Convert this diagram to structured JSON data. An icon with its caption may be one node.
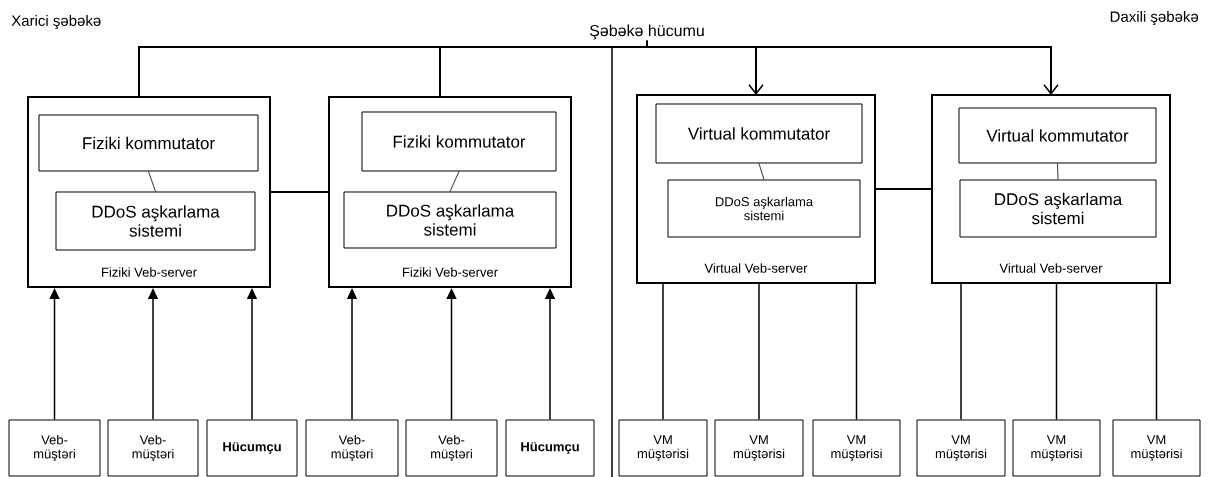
{
  "diagram": {
    "nodes": [
      {
        "text": [
          "Şəbəkə hücumu"
        ]
      },
      {
        "text": [
          "Fiziki Veb-server"
        ]
      },
      {
        "text": [
          "Fiziki kommutator"
        ],
        "in": 1
      },
      {
        "text": [
          "DDoS aşkarlama sistemi"
        ],
        "in": 1
      },
      {
        "text": [
          "Fiziki Veb-server"
        ]
      },
      {
        "text": [
          "Fiziki kommutator"
        ],
        "in": 4
      },
      {
        "text": [
          "DDoS aşkarlama sistemi"
        ],
        "in": 4
      },
      {
        "text": [
          "Virtual Veb-server"
        ]
      },
      {
        "text": [
          "Virtual kommutator"
        ],
        "in": 7
      },
      {
        "text": [
          "DDoS aşkarlama sistemi"
        ],
        "in": 7
      },
      {
        "text": [
          "Virtual Veb-server"
        ]
      },
      {
        "text": [
          "Virtual kommutator"
        ],
        "in": 10
      },
      {
        "text": [
          "DDoS aşkarlama sistemi"
        ],
        "in": 10
      },
      {
        "text": [
          "Veb- müştəri"
        ]
      },
      {
        "text": [
          "Veb- müştəri"
        ]
      },
      {
        "text": [
          "Hücumçu"
        ]
      },
      {
        "text": [
          "Veb- müştəri"
        ]
      },
      {
        "text": [
          "Veb- müştəri"
        ]
      },
      {
        "text": [
          "Hücumçu"
        ]
      },
      {
        "text": [
          "VM müştərisi"
        ]
      },
      {
        "text": [
          "VM müştərisi"
        ]
      },
      {
        "text": [
          "VM müştərisi"
        ]
      },
      {
        "text": [
          "VM müştərisi"
        ]
      },
      {
        "text": [
          "VM müştərisi"
        ]
      },
      {
        "text": [
          "VM müştərisi"
        ]
      }
    ],
    "edges": [
      {
        "from": 0,
        "to": 1,
        "arrow": "none"
      },
      {
        "from": 0,
        "to": 4,
        "arrow": "none"
      },
      {
        "from": 0,
        "to": 7,
        "arrow": "to"
      },
      {
        "from": 0,
        "to": 10,
        "arrow": "to"
      },
      {
        "from": 2,
        "to": 3,
        "arrow": "none"
      },
      {
        "from": 5,
        "to": 6,
        "arrow": "none"
      },
      {
        "from": 8,
        "to": 9,
        "arrow": "none"
      },
      {
        "from": 11,
        "to": 12,
        "arrow": "none"
      },
      {
        "from": 1,
        "to": 4,
        "arrow": "none"
      },
      {
        "from": 7,
        "to": 10,
        "arrow": "none"
      },
      {
        "from": 13,
        "to": 1,
        "arrow": "to"
      },
      {
        "from": 14,
        "to": 1,
        "arrow": "to"
      },
      {
        "from": 15,
        "to": 1,
        "arrow": "to"
      },
      {
        "from": 16,
        "to": 4,
        "arrow": "to"
      },
      {
        "from": 17,
        "to": 4,
        "arrow": "to"
      },
      {
        "from": 18,
        "to": 4,
        "arrow": "to"
      },
      {
        "from": 19,
        "to": 7,
        "arrow": "none"
      },
      {
        "from": 20,
        "to": 7,
        "arrow": "none"
      },
      {
        "from": 21,
        "to": 7,
        "arrow": "none"
      },
      {
        "from": 22,
        "to": 10,
        "arrow": "none"
      },
      {
        "from": 23,
        "to": 10,
        "arrow": "none"
      },
      {
        "from": 24,
        "to": 10,
        "arrow": "none"
      }
    ],
    "labels": [
      "Xarici şəbəkə",
      "Daxili şəbəkə"
    ]
  }
}
